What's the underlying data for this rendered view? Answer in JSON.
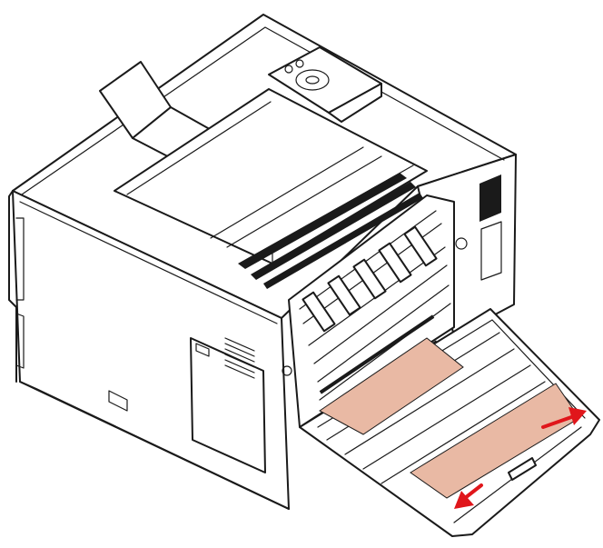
{
  "colors": {
    "line": "#1a1a1a",
    "paper": "#e9b9a4",
    "arrow": "#e0161b",
    "background": "#ffffff"
  },
  "parts": {
    "printer": "printer-body",
    "control_panel": "control-panel",
    "output_tray": "output-tray-flap",
    "rear_cover": "rear-cover-open",
    "fuser": "fuser-unit",
    "jammed_paper": "jammed-paper-sheet",
    "pull_arrows": "pull-direction-arrows"
  }
}
